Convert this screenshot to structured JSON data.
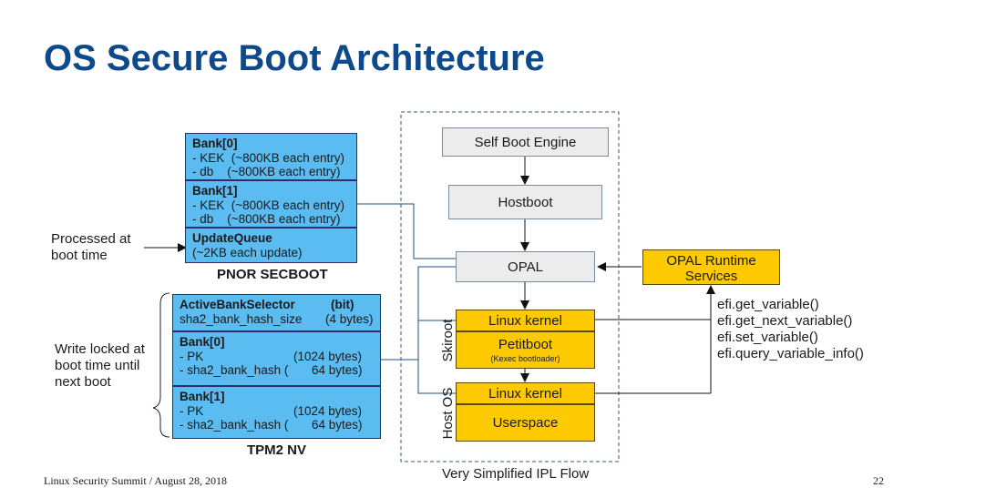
{
  "title": "OS Secure Boot Architecture",
  "pnor": {
    "bank0": {
      "header": "Bank[0]",
      "rows": [
        "- KEK  (~800KB each entry)",
        "- db    (~800KB each entry)"
      ]
    },
    "bank1": {
      "header": "Bank[1]",
      "rows": [
        "- KEK  (~800KB each entry)",
        "- db    (~800KB each entry)"
      ]
    },
    "update": {
      "header": "UpdateQueue",
      "row": "(~2KB each update)"
    },
    "caption": "PNOR SECBOOT"
  },
  "tpm": {
    "selector": {
      "header": "ActiveBankSelector",
      "header_unit": "(bit)",
      "row_name": "sha2_bank_hash_size",
      "row_unit": "(4 bytes)"
    },
    "bank0": {
      "header": "Bank[0]",
      "pk": "- PK",
      "pk_size": "(1024 bytes)",
      "hash": "- sha2_bank_hash (",
      "hash_size": "64 bytes)"
    },
    "bank1": {
      "header": "Bank[1]",
      "pk": "- PK",
      "pk_size": "(1024 bytes)",
      "hash": "- sha2_bank_hash (",
      "hash_size": "64 bytes)"
    },
    "caption": "TPM2 NV"
  },
  "side_labels": {
    "processed_line1": "Processed at",
    "processed_line2": "boot time",
    "locked_line1": "Write locked at",
    "locked_line2": "boot time until",
    "locked_line3": "next boot"
  },
  "flow": {
    "sbe": "Self Boot Engine",
    "hostboot": "Hostboot",
    "opal": "OPAL",
    "skiroot_kernel": "Linux kernel",
    "petitboot": "Petitboot",
    "petitboot_sub": "(Kexec bootloader)",
    "hostos_kernel": "Linux kernel",
    "userspace": "Userspace",
    "skiroot_label": "Skiroot",
    "hostos_label": "Host OS",
    "caption": "Very Simplified IPL Flow"
  },
  "runtime": {
    "line1": "OPAL Runtime",
    "line2": "Services",
    "calls": [
      "efi.get_variable()",
      "efi.get_next_variable()",
      "efi.set_variable()",
      "efi.query_variable_info()"
    ]
  },
  "footer": {
    "left": "Linux Security Summit / August 28, 2018",
    "page": "22"
  },
  "colors": {
    "title": "#0e4a8a",
    "storage_box": "#5bbcf2",
    "firmware_box": "#ececec",
    "os_box": "#fdca01",
    "group_border": "#2a5a8a"
  }
}
